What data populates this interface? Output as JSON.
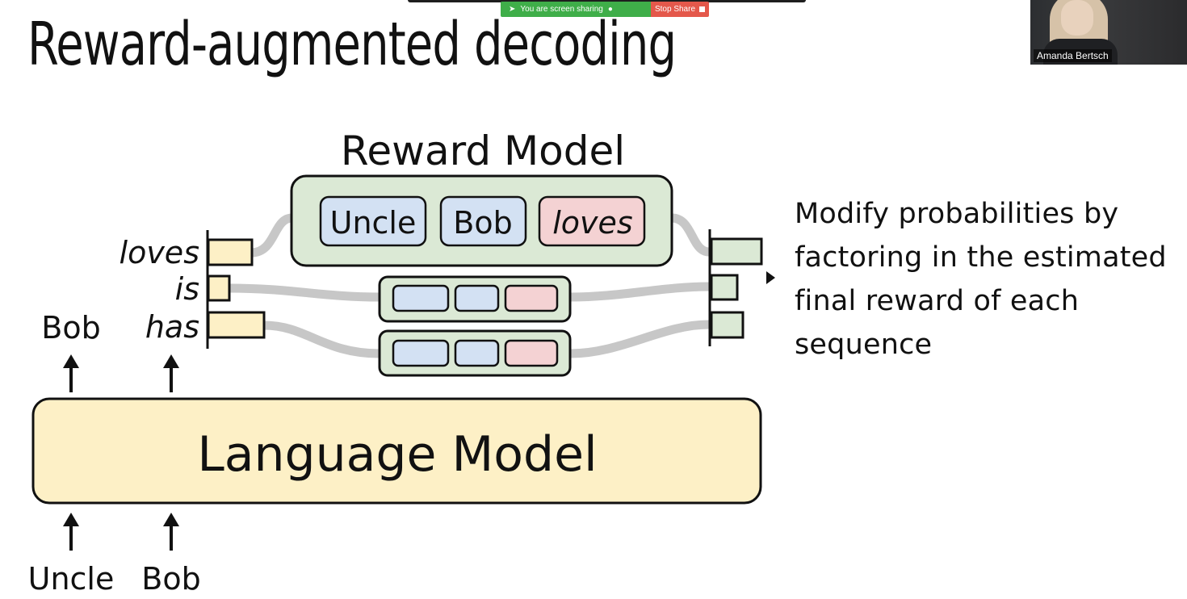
{
  "zoom_bar": {
    "sharing_status": "You are screen sharing",
    "stop_share_label": "Stop Share"
  },
  "slide": {
    "title": "Reward-augmented decoding",
    "reward_model": {
      "label": "Reward Model",
      "tokens": [
        "Uncle",
        "Bob",
        "loves"
      ]
    },
    "language_model": {
      "label": "Language Model"
    },
    "candidates": [
      "loves",
      "is",
      "has"
    ],
    "generated_token": "Bob",
    "input_tokens": [
      "Uncle",
      "Bob"
    ],
    "description": "Modify probabilities by factoring in the estimated final reward of each sequence"
  },
  "participant": {
    "name": "Amanda Bertsch"
  },
  "colors": {
    "lm_fill": "#fdf0c6",
    "rm_fill": "#dbe9d5",
    "token_blue": "#d3e1f3",
    "token_red": "#f4d2d3",
    "connector_gray": "#c7c7c7"
  }
}
